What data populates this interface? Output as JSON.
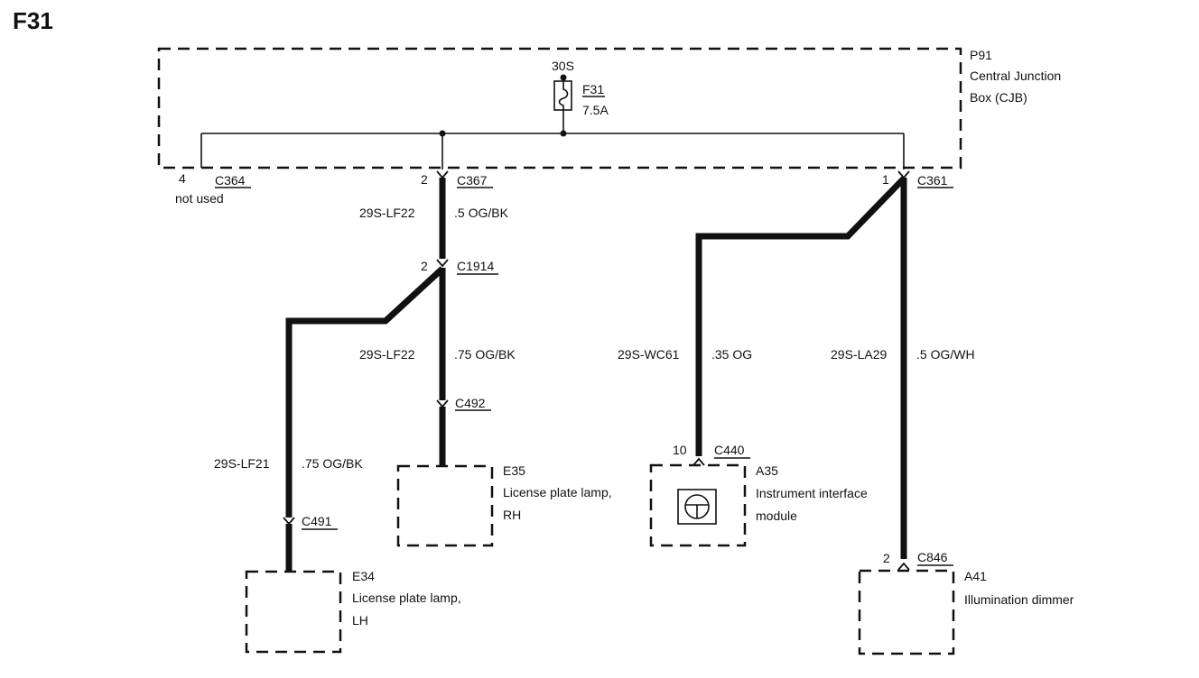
{
  "page_label": "F31",
  "cjb": {
    "id": "P91",
    "name_line1": "Central Junction",
    "name_line2": "Box (CJB)"
  },
  "fuse": {
    "supply": "30S",
    "id": "F31",
    "rating": "7.5A"
  },
  "connectors": {
    "c364": {
      "pin": "4",
      "name": "C364",
      "note": "not used"
    },
    "c367": {
      "pin": "2",
      "name": "C367"
    },
    "c361": {
      "pin": "1",
      "name": "C361"
    },
    "c1914": {
      "pin": "2",
      "name": "C1914"
    },
    "c492": {
      "name": "C492"
    },
    "c491": {
      "name": "C491"
    },
    "c440": {
      "pin": "10",
      "name": "C440"
    },
    "c846": {
      "pin": "2",
      "name": "C846"
    }
  },
  "wires": {
    "w1": {
      "circuit": "29S-LF22",
      "spec": ".5 OG/BK"
    },
    "w2": {
      "circuit": "29S-LF22",
      "spec": ".75 OG/BK"
    },
    "w3": {
      "circuit": "29S-LF21",
      "spec": ".75 OG/BK"
    },
    "w4": {
      "circuit": "29S-WC61",
      "spec": ".35 OG"
    },
    "w5": {
      "circuit": "29S-LA29",
      "spec": ".5 OG/WH"
    }
  },
  "components": {
    "e35": {
      "id": "E35",
      "line1": "License plate lamp,",
      "line2": "RH"
    },
    "e34": {
      "id": "E34",
      "line1": "License plate lamp,",
      "line2": "LH"
    },
    "a35": {
      "id": "A35",
      "line1": "Instrument interface",
      "line2": "module"
    },
    "a41": {
      "id": "A41",
      "line1": "Illumination dimmer"
    }
  }
}
